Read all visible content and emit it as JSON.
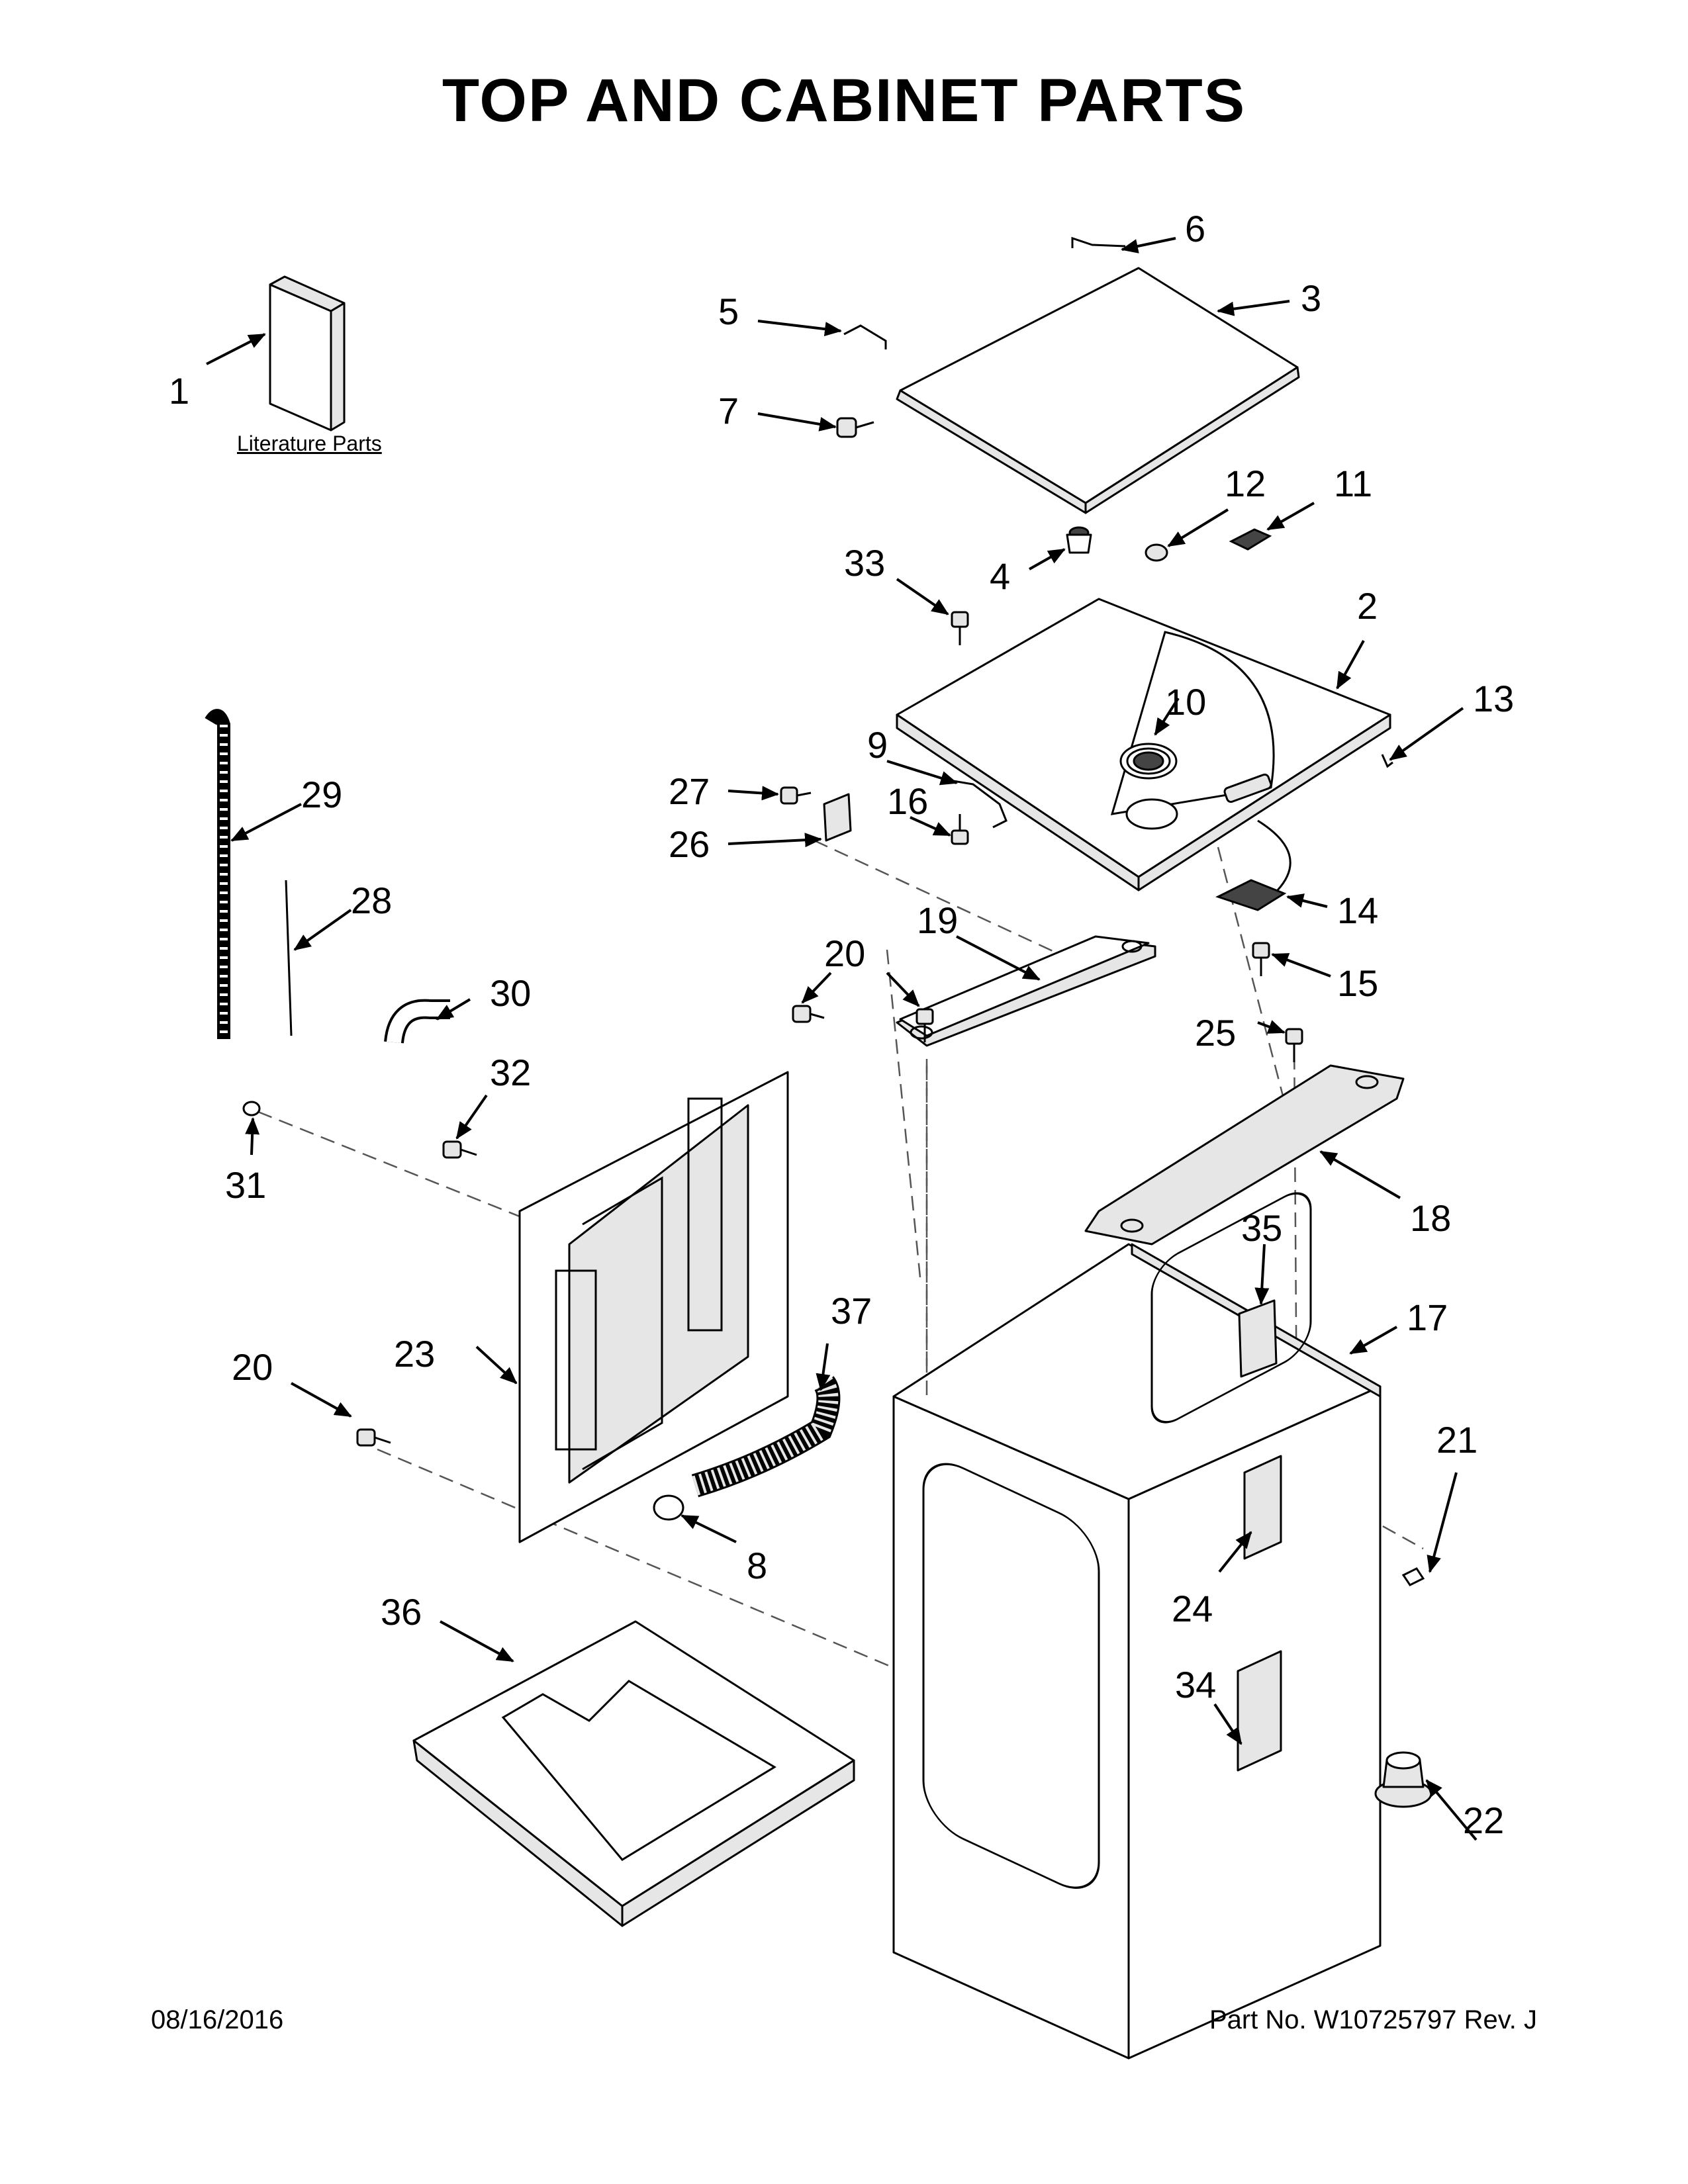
{
  "title": "TOP AND CABINET PARTS",
  "literature_label": "Literature Parts",
  "footer": {
    "date": "08/16/2016",
    "part_no": "Part No.  W10725797  Rev.  J"
  },
  "callouts": [
    "1",
    "2",
    "3",
    "4",
    "5",
    "6",
    "7",
    "8",
    "9",
    "10",
    "11",
    "12",
    "13",
    "14",
    "15",
    "16",
    "17",
    "18",
    "19",
    "20",
    "20",
    "21",
    "22",
    "23",
    "24",
    "25",
    "26",
    "27",
    "28",
    "29",
    "30",
    "31",
    "32",
    "33",
    "34",
    "35",
    "36",
    "37"
  ]
}
